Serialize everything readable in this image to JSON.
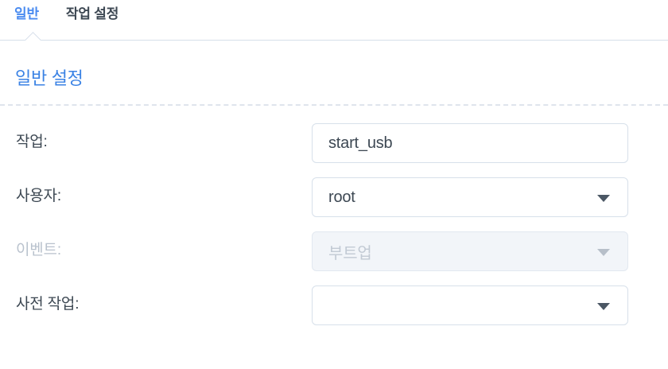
{
  "tabs": [
    {
      "label": "일반",
      "active": true
    },
    {
      "label": "작업 설정",
      "active": false
    }
  ],
  "section": {
    "title": "일반 설정"
  },
  "form": {
    "rows": [
      {
        "label": "작업:",
        "type": "text",
        "value": "start_usb",
        "placeholder": "",
        "disabled": false
      },
      {
        "label": "사용자:",
        "type": "select",
        "value": "root",
        "disabled": false
      },
      {
        "label": "이벤트:",
        "type": "select",
        "value": "부트업",
        "disabled": true
      },
      {
        "label": "사전 작업:",
        "type": "select",
        "value": "",
        "disabled": false
      }
    ]
  },
  "colors": {
    "accent": "#4a8bf0",
    "heading": "#3a82e4",
    "text": "#3d4853",
    "muted": "#b9c2cd",
    "border": "#d7e0ea",
    "disabled_bg": "#f2f5f9",
    "rule": "#dfe4ec"
  },
  "icons": {
    "chevron_down": "chevron-down-icon",
    "tab_pointer": "caret-up-icon"
  }
}
